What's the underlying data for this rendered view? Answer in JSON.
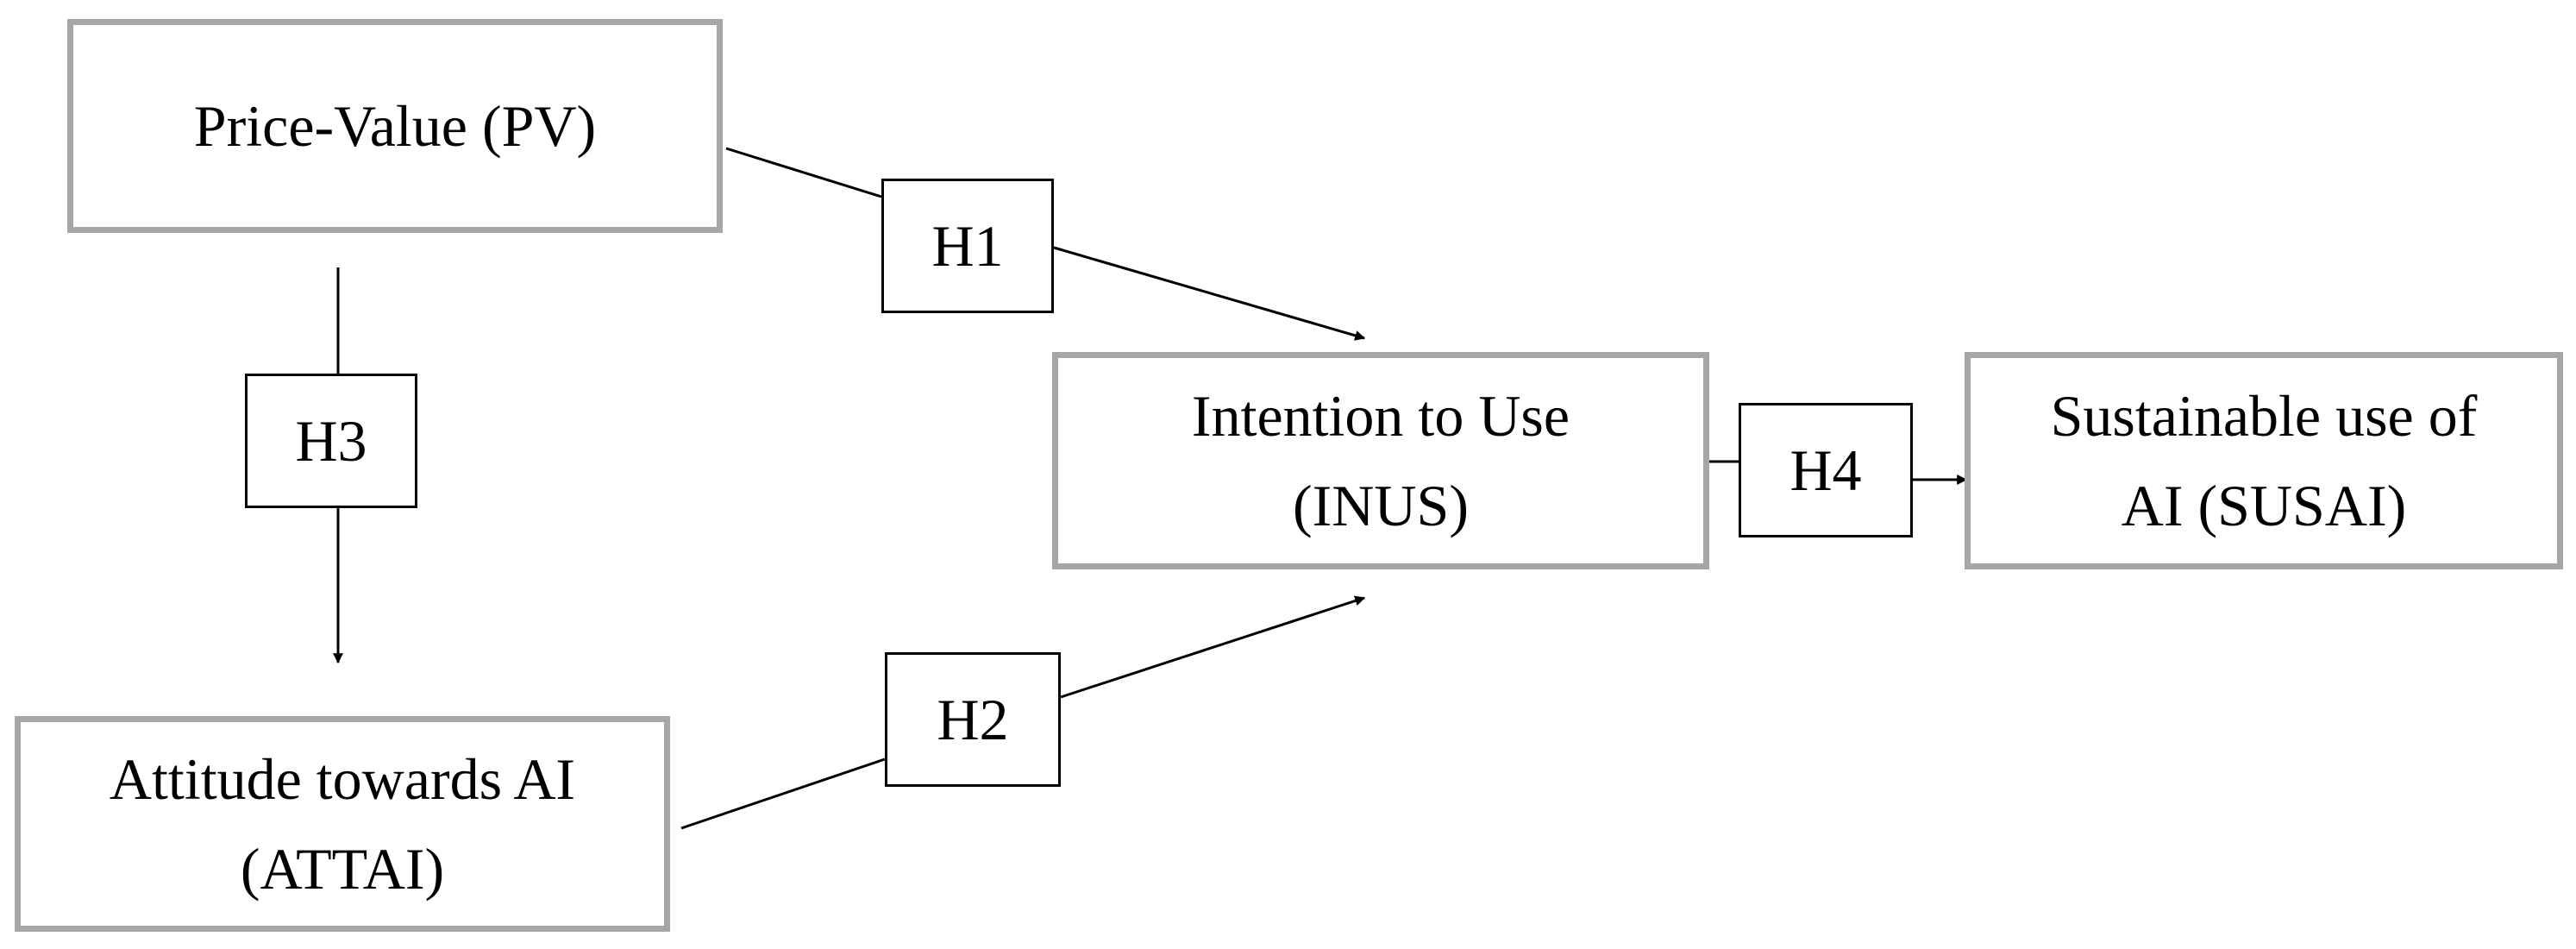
{
  "diagram": {
    "constructs": {
      "pv": "Price-Value (PV)",
      "intus": [
        "Intention to Use",
        "(INUS)"
      ],
      "susai": [
        "Sustainable use of",
        "AI (SUSAI)"
      ],
      "attai": [
        "Attitude towards AI",
        "(ATTAI)"
      ]
    },
    "hypotheses": {
      "h1": "H1",
      "h2": "H2",
      "h3": "H3",
      "h4": "H4"
    }
  }
}
